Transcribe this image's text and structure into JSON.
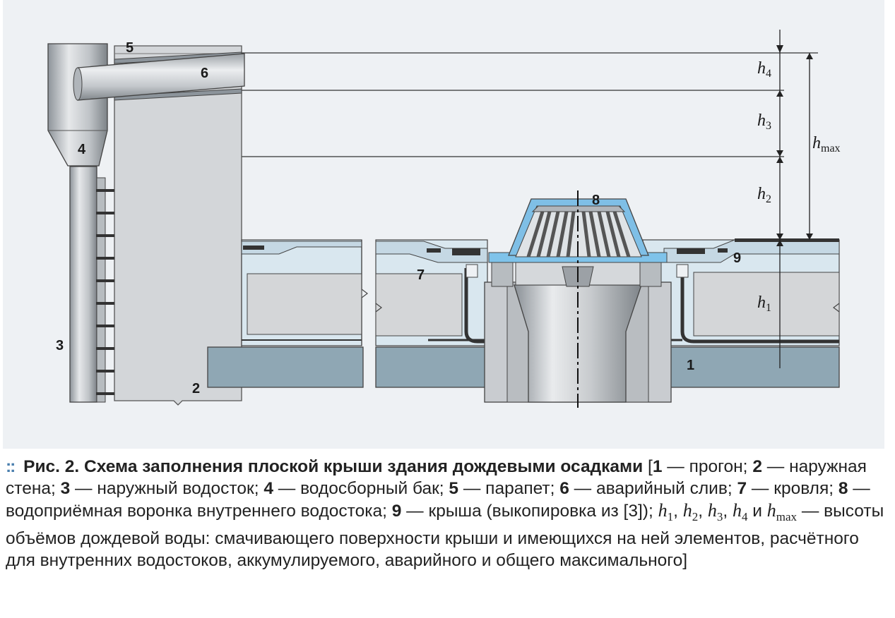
{
  "colors": {
    "background": "#eef1f4",
    "steel_light": "#c9ccd0",
    "steel_mid": "#9aa0a6",
    "slab": "#8fa7b4",
    "insulation": "#d4d6d8",
    "membrane_blue": "#6cb6e6",
    "bullet": "#4a7fae"
  },
  "labels": {
    "n1": "1",
    "n2": "2",
    "n3": "3",
    "n4": "4",
    "n5": "5",
    "n6": "6",
    "n7": "7",
    "n8": "8",
    "n9": "9"
  },
  "heights": {
    "h": "h",
    "sub1": "1",
    "sub2": "2",
    "sub3": "3",
    "sub4": "4",
    "submax": "max"
  },
  "caption": {
    "bullet": "::",
    "title": "Рис. 2. Схема заполнения плоской крыши здания дождевыми осадками",
    "open": " [",
    "k1": "1",
    "t1": " — прогон; ",
    "k2": "2",
    "t2": " — наружная стена; ",
    "k3": "3",
    "t3": " — наружный водосток; ",
    "k4": "4",
    "t4": " — водосборный бак; ",
    "k5": "5",
    "t5": " — парапет; ",
    "k6": "6",
    "t6": " — аварийный слив; ",
    "k7": "7",
    "t7": " — кровля; ",
    "k8": "8",
    "t8": " — водоприёмная воронка внутреннего водостока; ",
    "k9": "9",
    "t9": " — крыша (выкопировка из [3]); ",
    "h": "h",
    "s1": "1",
    "s2": "2",
    "s3": "3",
    "s4": "4",
    "smax": "max",
    "sep": ", ",
    "and": " и ",
    "tail": " — высоты объёмов дождевой воды: смачивающего поверхности кры­ши и имеющихся на ней элементов, расчётного для внутренних водостоков, аккумулируемого, ава­рийного и общего максимального]"
  }
}
